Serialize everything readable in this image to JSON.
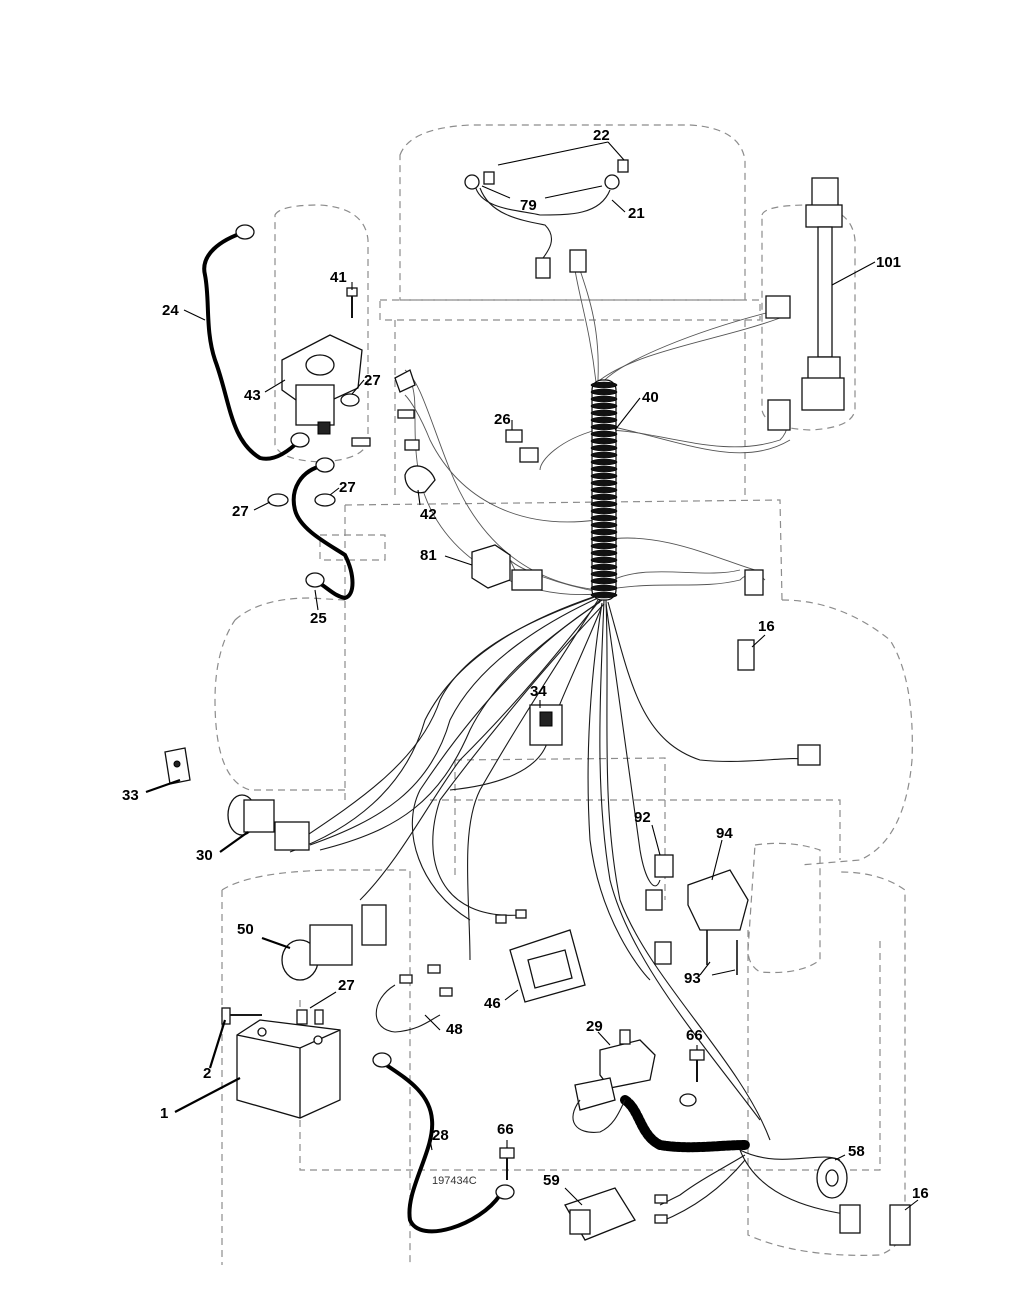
{
  "figure_id": "197434C",
  "callouts": [
    {
      "id": "c22",
      "label": "22"
    },
    {
      "id": "c79",
      "label": "79"
    },
    {
      "id": "c21",
      "label": "21"
    },
    {
      "id": "c101",
      "label": "101"
    },
    {
      "id": "c41",
      "label": "41"
    },
    {
      "id": "c24",
      "label": "24"
    },
    {
      "id": "c43",
      "label": "43"
    },
    {
      "id": "c27a",
      "label": "27"
    },
    {
      "id": "c40",
      "label": "40"
    },
    {
      "id": "c26",
      "label": "26"
    },
    {
      "id": "c27b",
      "label": "27"
    },
    {
      "id": "c27c",
      "label": "27"
    },
    {
      "id": "c42",
      "label": "42"
    },
    {
      "id": "c81",
      "label": "81"
    },
    {
      "id": "c25",
      "label": "25"
    },
    {
      "id": "c16a",
      "label": "16"
    },
    {
      "id": "c34",
      "label": "34"
    },
    {
      "id": "c33",
      "label": "33"
    },
    {
      "id": "c30",
      "label": "30"
    },
    {
      "id": "c92",
      "label": "92"
    },
    {
      "id": "c94",
      "label": "94"
    },
    {
      "id": "c50",
      "label": "50"
    },
    {
      "id": "c27d",
      "label": "27"
    },
    {
      "id": "c93",
      "label": "93"
    },
    {
      "id": "c46",
      "label": "46"
    },
    {
      "id": "c48",
      "label": "48"
    },
    {
      "id": "c29",
      "label": "29"
    },
    {
      "id": "c66a",
      "label": "66"
    },
    {
      "id": "c2",
      "label": "2"
    },
    {
      "id": "c1",
      "label": "1"
    },
    {
      "id": "c28",
      "label": "28"
    },
    {
      "id": "c66b",
      "label": "66"
    },
    {
      "id": "c58",
      "label": "58"
    },
    {
      "id": "c59",
      "label": "59"
    },
    {
      "id": "c16b",
      "label": "16"
    }
  ]
}
